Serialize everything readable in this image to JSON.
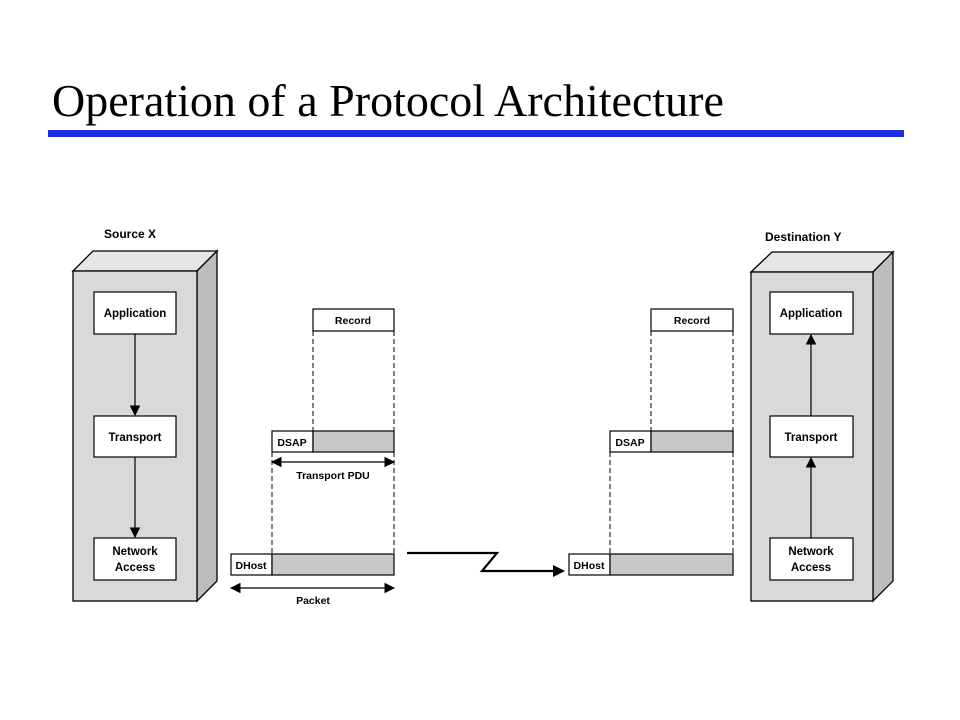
{
  "slide": {
    "title": "Operation of a Protocol Architecture",
    "rule_color": "#1a2ee6"
  },
  "diagram": {
    "source": {
      "label": "Source X",
      "layers": [
        "Application",
        "Transport",
        "Network",
        "Access"
      ]
    },
    "destination": {
      "label": "Destination Y",
      "layers": [
        "Application",
        "Transport",
        "Network",
        "Access"
      ]
    },
    "source_pdus": {
      "record": "Record",
      "dsap": "DSAP",
      "transport_pdu": "Transport PDU",
      "dhost": "DHost",
      "packet": "Packet"
    },
    "destination_pdus": {
      "record": "Record",
      "dsap": "DSAP",
      "dhost": "DHost"
    },
    "colors": {
      "box_face": "#d9d9d9",
      "box_side": "#bdbdbd",
      "box_top": "#e6e6e6",
      "pdu_fill": "#c8c8c8"
    }
  }
}
